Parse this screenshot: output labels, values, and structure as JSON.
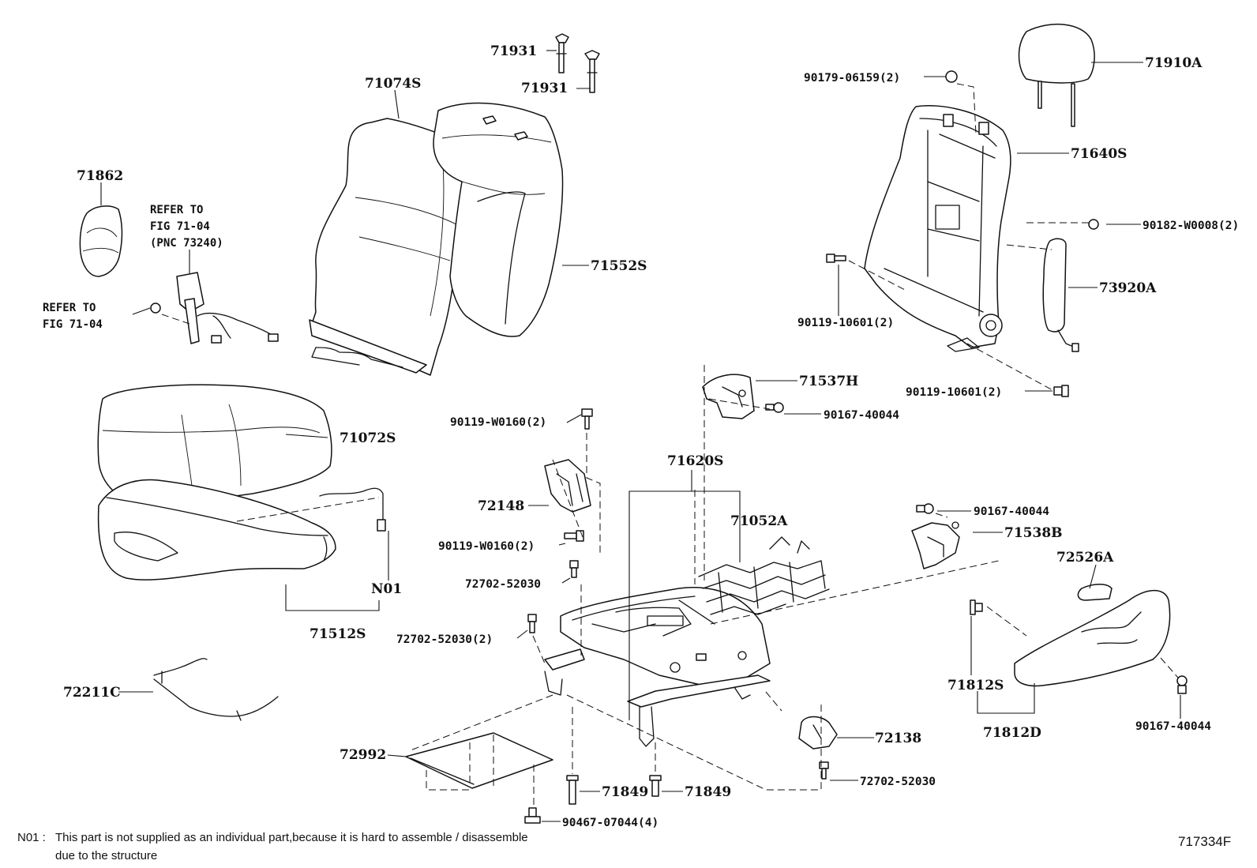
{
  "labels": {
    "l71931a": "71931",
    "l71931b": "71931",
    "l71074s": "71074S",
    "l71910a": "71910A",
    "l90179": "90179-06159(2)",
    "l71640s": "71640S",
    "l71862": "71862",
    "l71552s": "71552S",
    "l90182": "90182-W0008(2)",
    "l90119_10601a": "90119-10601(2)",
    "l73920a": "73920A",
    "l90119_10601b": "90119-10601(2)",
    "l71537h": "71537H",
    "l90167a": "90167-40044",
    "l71072s": "71072S",
    "l90119w_a": "90119-W0160(2)",
    "l71620s": "71620S",
    "l72148": "72148",
    "l71052a": "71052A",
    "l90167b": "90167-40044",
    "l71538b": "71538B",
    "l90119w_b": "90119-W0160(2)",
    "l72526a": "72526A",
    "l72702a": "72702-52030",
    "ln01": "N01",
    "l72702b": "72702-52030(2)",
    "l71512s": "71512S",
    "l71812s": "71812S",
    "l72211c": "72211C",
    "l71812d": "71812D",
    "l90167c": "90167-40044",
    "l72138": "72138",
    "l72992": "72992",
    "l72702c": "72702-52030",
    "l71849a": "71849",
    "l71849b": "71849",
    "l90467": "90467-07044(4)"
  },
  "refers": {
    "r1_line1": "REFER TO",
    "r1_line2": "FIG 71-04",
    "r1_line3": "(PNC 73240)",
    "r2_line1": "REFER TO",
    "r2_line2": "FIG 71-04"
  },
  "footnote": {
    "code": "N01 :",
    "line1": "This part is not supplied as an individual part,because it is hard to assemble / disassemble",
    "line2": "due to the structure"
  },
  "figure_code": "717334F"
}
